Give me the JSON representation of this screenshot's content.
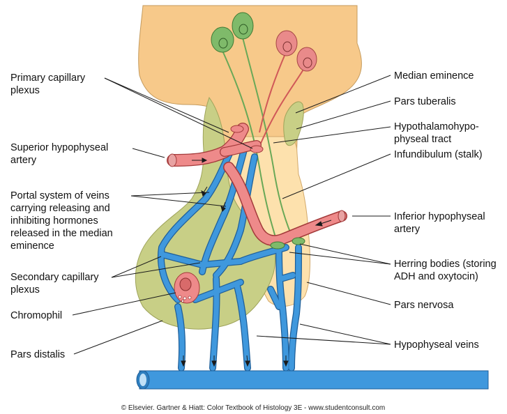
{
  "colors": {
    "hypothalamus": "#f7c98a",
    "pars_tuberalis": "#c8cf86",
    "pars_distalis": "#c8cf86",
    "pars_nervosa": "#fde1ad",
    "artery": "#ee8a8a",
    "vein": "#3f98dd",
    "neuron_green": "#7fba6a",
    "neuron_pink": "#e98a8a"
  },
  "labels": {
    "primary_capillary_plexus": [
      "Primary capillary",
      "plexus"
    ],
    "superior_hypophyseal_artery": [
      "Superior hypophyseal",
      "artery"
    ],
    "portal_system": [
      "Portal system of veins",
      "carrying releasing and",
      "inhibiting hormones",
      "released in the median",
      "eminence"
    ],
    "secondary_capillary_plexus": [
      "Secondary capillary",
      "plexus"
    ],
    "chromophil": [
      "Chromophil"
    ],
    "pars_distalis": [
      "Pars distalis"
    ],
    "median_eminence": [
      "Median eminence"
    ],
    "pars_tuberalis": [
      "Pars tuberalis"
    ],
    "hypothalamohypophyseal_tract": [
      "Hypothalamohypo-",
      "physeal tract"
    ],
    "infundibulum": [
      "Infundibulum (stalk)"
    ],
    "inferior_hypophyseal_artery": [
      "Inferior hypophyseal",
      "artery"
    ],
    "herring_bodies": [
      "Herring bodies (storing",
      "ADH and oxytocin)"
    ],
    "pars_nervosa": [
      "Pars nervosa"
    ],
    "hypophyseal_veins": [
      "Hypophyseal veins"
    ]
  },
  "credit": "© Elsevier. Gartner & Hiatt: Color Textbook of Histology 3E - www.studentconsult.com"
}
